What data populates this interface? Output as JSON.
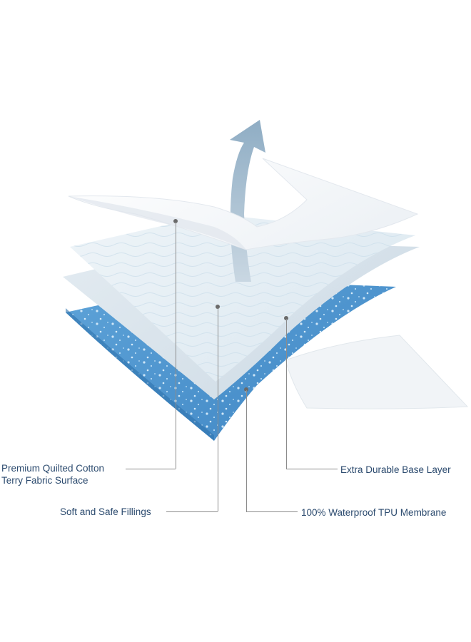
{
  "diagram": {
    "layers": [
      {
        "id": "top",
        "name": "top-fabric-layer"
      },
      {
        "id": "filling",
        "name": "filling-layer"
      },
      {
        "id": "membrane",
        "name": "tpu-membrane-layer"
      },
      {
        "id": "base",
        "name": "base-layer"
      }
    ],
    "arrow_icon": "breathable-up-arrow",
    "colors": {
      "label_text": "#2b4a6e",
      "leader_line": "#8c8c8c",
      "top_layer": "#f7f9fb",
      "filling_layer": "#e4eef5",
      "membrane_layer": "#d9e4ec",
      "base_layer": "#4a93cf",
      "arrow": "#9cb5c9"
    }
  },
  "labels": {
    "premium": {
      "line1": "Premium Quilted Cotton",
      "line2": "Terry Fabric Surface"
    },
    "fillings": "Soft and Safe Fillings",
    "base": "Extra Durable Base Layer",
    "membrane": "100% Waterproof TPU Membrane"
  }
}
